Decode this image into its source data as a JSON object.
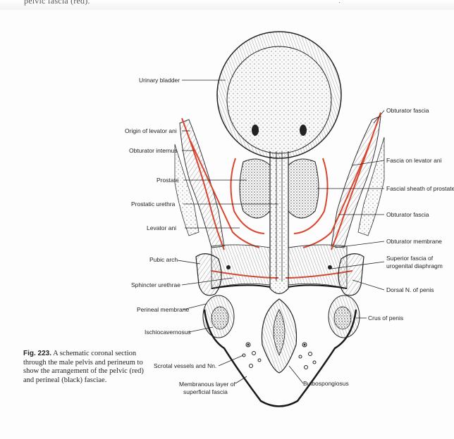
{
  "header": {
    "cut_text": "pelvic fascia (red)."
  },
  "caption": {
    "fig_label": "Fig. 223.",
    "text": "A schematic coronal section through the male pelvis and perineum to show the arrangement of the pelvic (red) and perineal (black) fasciae."
  },
  "labels": {
    "urinary_bladder": "Urinary bladder",
    "origin_levator_ani": "Origin of levator ani",
    "obturator_internus": "Obturator internus",
    "prostate": "Prostate",
    "prostatic_urethra": "Prostatic urethra",
    "levator_ani": "Levator ani",
    "pubic_arch": "Pubic arch",
    "sphincter_urethrae": "Sphincter urethrae",
    "perineal_membrane": "Perineal membrane",
    "ischiocavernosus": "Ischiocavernosus",
    "scrotal_vessels": "Scrotal vessels and Nn.",
    "membranous_layer_1": "Membranous layer of",
    "membranous_layer_2": "superficial fascia",
    "bulbospongiosus": "Bulbospongiosus",
    "obturator_fascia_top": "Obturator fascia",
    "fascia_levator_ani": "Fascia on levator ani",
    "fascial_sheath_prostate": "Fascial sheath of prostate",
    "obturator_fascia_mid": "Obturator fascia",
    "obturator_membrane": "Obturator membrane",
    "superior_fascia_1": "Superior fascia of",
    "superior_fascia_2": "urogenital diaphragm",
    "dorsal_n_penis": "Dorsal N. of penis",
    "crus_penis": "Crus of penis"
  },
  "colors": {
    "pelvic_fascia": "#d9452e",
    "perineal_fascia": "#1a1a1a",
    "stipple": "#6b6b6b"
  }
}
